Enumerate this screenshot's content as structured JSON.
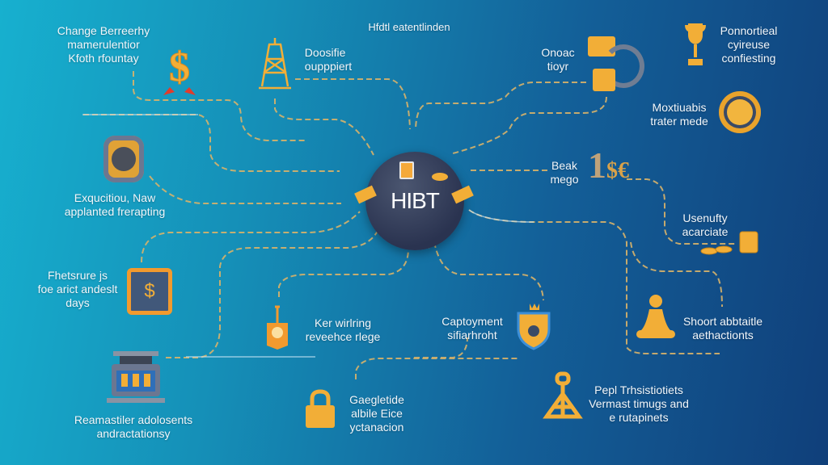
{
  "title": "Hfdtl eatentlinden",
  "hub": {
    "label": "HIBT"
  },
  "nodes": [
    {
      "id": "change",
      "lines": [
        "Change Berreerhy",
        "mamerulentior",
        "Kfoth rfountay"
      ],
      "icon": "dollar-icon"
    },
    {
      "id": "doosifie",
      "lines": [
        "Doosifie",
        "oupppiert"
      ],
      "icon": "oil-derrick-icon"
    },
    {
      "id": "onoac",
      "lines": [
        "Onoac",
        "tioyr"
      ],
      "icon": "card-icon"
    },
    {
      "id": "ponnortieal",
      "lines": [
        "Ponnortieal",
        "cyireuse",
        "confiesting"
      ],
      "icon": "trophy-icon"
    },
    {
      "id": "moxtiuabis",
      "lines": [
        "Moxtiuabis",
        "trater mede"
      ],
      "icon": "medal-icon"
    },
    {
      "id": "beak",
      "lines": [
        "Beak",
        "mego"
      ],
      "icon": "currency-icon"
    },
    {
      "id": "usenufty",
      "lines": [
        "Usenufty",
        "acarciate"
      ],
      "icon": "coins-icon"
    },
    {
      "id": "exqucitiou",
      "lines": [
        "Exqucitiou, Naw",
        "applanted frerapting"
      ],
      "icon": "lock-dial-icon"
    },
    {
      "id": "fhetsrure",
      "lines": [
        "Fhetsrure js",
        "foe arict andeslt",
        "days"
      ],
      "icon": "dollar-tablet-icon"
    },
    {
      "id": "ker",
      "lines": [
        "Ker wirlring",
        "reveehce rlege"
      ],
      "icon": "box-icon"
    },
    {
      "id": "captoyment",
      "lines": [
        "Captoyment",
        "sifiarhroht"
      ],
      "icon": "shield-icon"
    },
    {
      "id": "shoort",
      "lines": [
        "Shoort abbtaitle",
        "aethactionts"
      ],
      "icon": "chess-pawn-icon"
    },
    {
      "id": "reamastiler",
      "lines": [
        "Reamastiler adolosents",
        "andractationsy"
      ],
      "icon": "cash-register-icon"
    },
    {
      "id": "gaegletide",
      "lines": [
        "Gaegletide",
        "albile Eice",
        "yctanacion"
      ],
      "icon": "padlock-icon"
    },
    {
      "id": "pepl",
      "lines": [
        "Pepl Trhsistiotiets",
        "Vermast timugs and",
        "e rutapinets"
      ],
      "icon": "anchor-icon"
    }
  ],
  "colors": {
    "accent": "#f2ae37",
    "line": "#d9b36a",
    "hub": "#2a3350"
  }
}
